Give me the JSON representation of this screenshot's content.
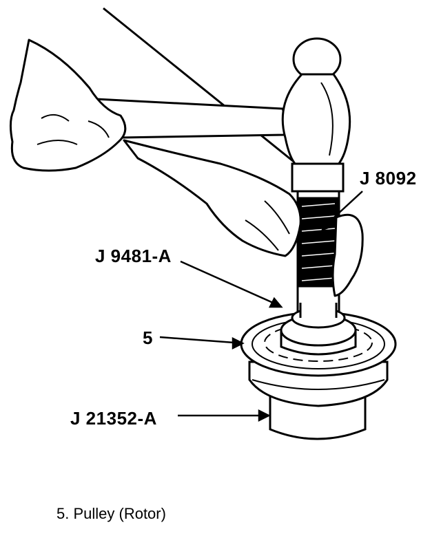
{
  "callouts": {
    "j8092": "J 8092",
    "j9481a": "J 9481-A",
    "item5": "5",
    "j21352a": "J 21352-A"
  },
  "caption": "5.  Pulley (Rotor)",
  "colors": {
    "ink": "#000000",
    "paper": "#ffffff"
  }
}
